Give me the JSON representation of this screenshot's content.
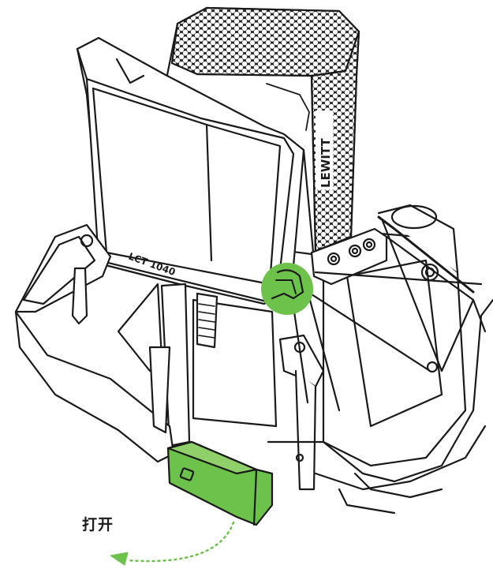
{
  "brand_mark": "LEWITT",
  "model_mark": "LCT 1040",
  "instruction_label": "打开",
  "colors": {
    "line": "#1a1a1a",
    "highlight": "#6cc24a",
    "highlight_light": "#8fd06a",
    "arrow": "#6cc24a",
    "mesh_dark": "#1c1c1c",
    "background": "#ffffff"
  },
  "icons": {
    "open_arrow": "dotted-curved-arrow"
  }
}
